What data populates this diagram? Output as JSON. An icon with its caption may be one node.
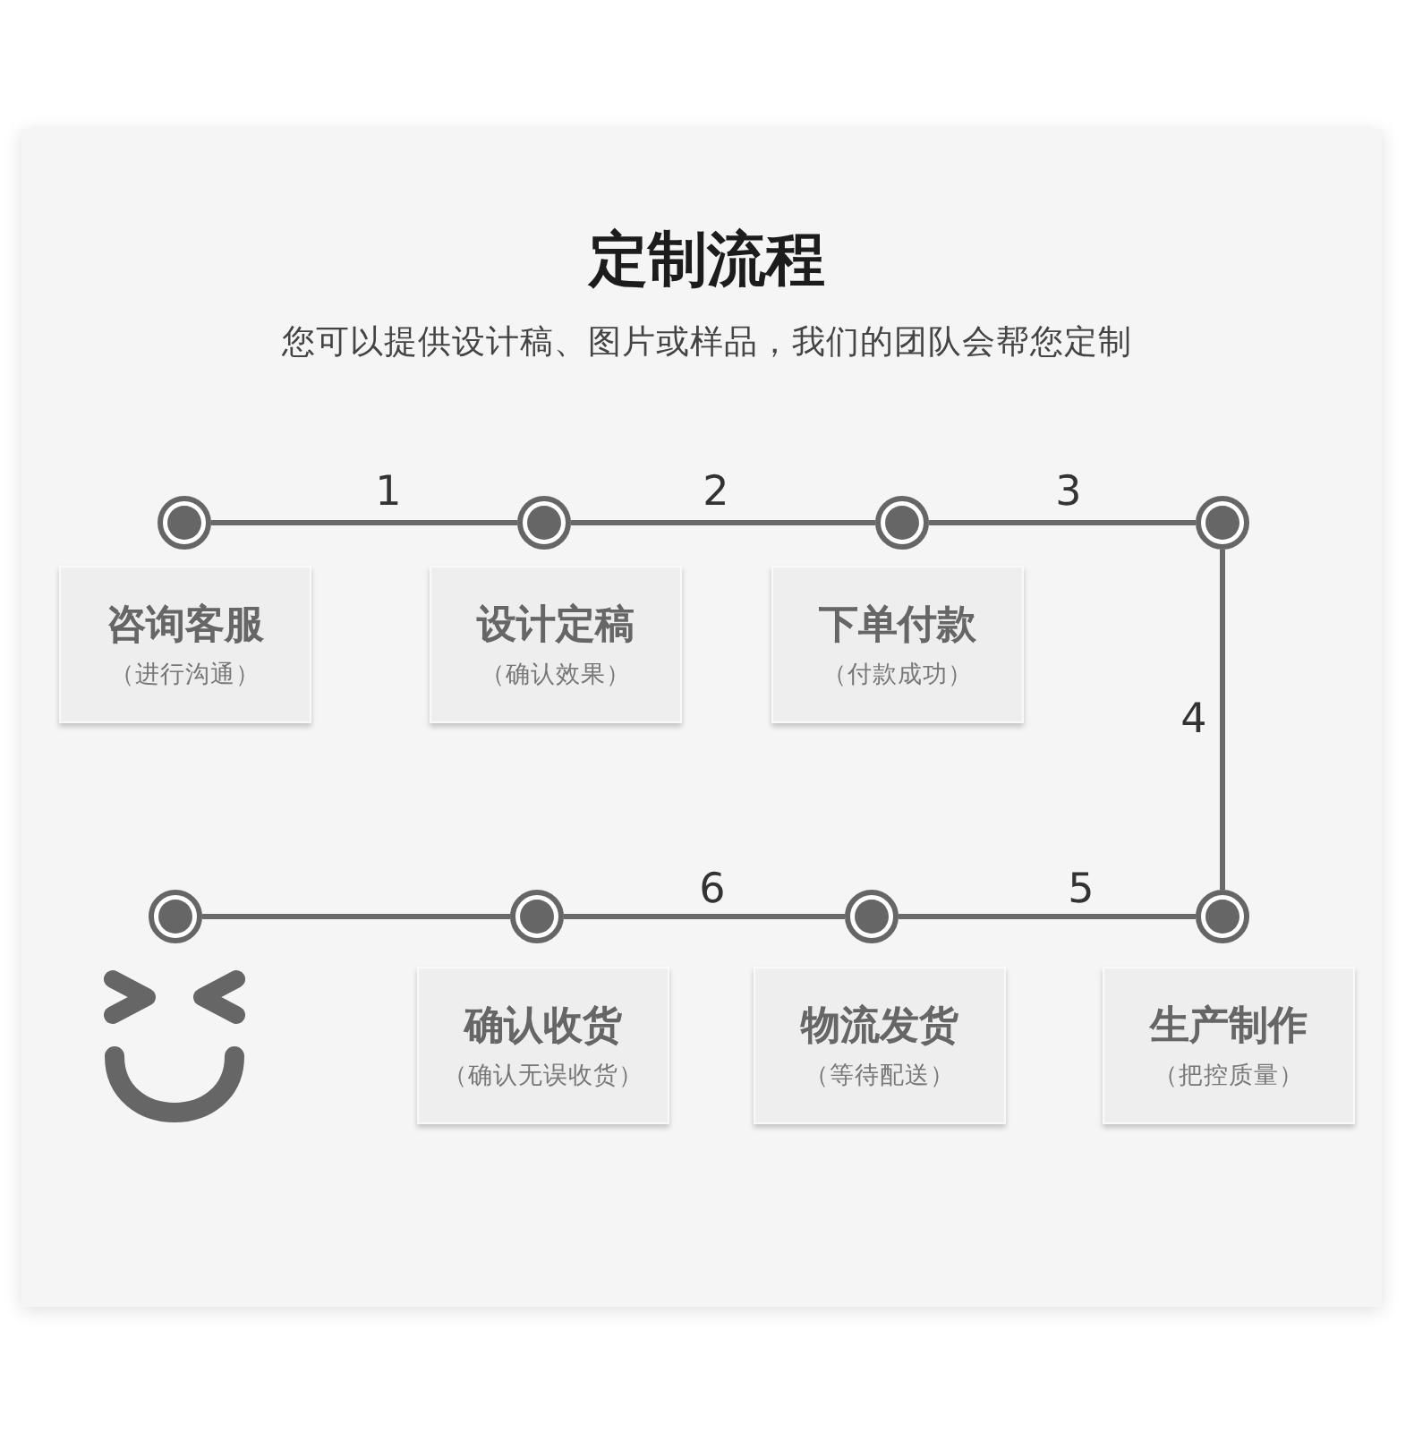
{
  "diagram": {
    "title": "定制流程",
    "caption": "您可以提供设计稿、图片或样品，我们的团队会帮您定制",
    "nodes": [
      {
        "text": [],
        "shape": "circle"
      },
      {
        "text": [],
        "shape": "circle"
      },
      {
        "text": [],
        "shape": "circle"
      },
      {
        "text": [],
        "shape": "circle"
      },
      {
        "text": [],
        "shape": "circle"
      },
      {
        "text": [],
        "shape": "circle"
      },
      {
        "text": [],
        "shape": "circle"
      },
      {
        "text": [],
        "shape": "circle"
      },
      {
        "text": [
          "咨询客服",
          "（进行沟通）"
        ]
      },
      {
        "text": [
          "设计定稿",
          "（确认效果）"
        ]
      },
      {
        "text": [
          "下单付款",
          "（付款成功）"
        ]
      },
      {
        "text": [
          "生产制作",
          "（把控质量）"
        ]
      },
      {
        "text": [
          "物流发货",
          "（等待配送）"
        ]
      },
      {
        "text": [
          "确认收货",
          "（确认无误收货）"
        ]
      }
    ],
    "edges": [
      {
        "from": 0,
        "to": 1,
        "arrow": "none",
        "label": "1"
      },
      {
        "from": 1,
        "to": 2,
        "arrow": "none",
        "label": "2"
      },
      {
        "from": 2,
        "to": 3,
        "arrow": "none",
        "label": "3"
      },
      {
        "from": 3,
        "to": 4,
        "arrow": "none",
        "label": "4"
      },
      {
        "from": 4,
        "to": 5,
        "arrow": "none",
        "label": "5"
      },
      {
        "from": 5,
        "to": 6,
        "arrow": "none",
        "label": "6"
      },
      {
        "from": 6,
        "to": 7,
        "arrow": "none"
      }
    ]
  }
}
